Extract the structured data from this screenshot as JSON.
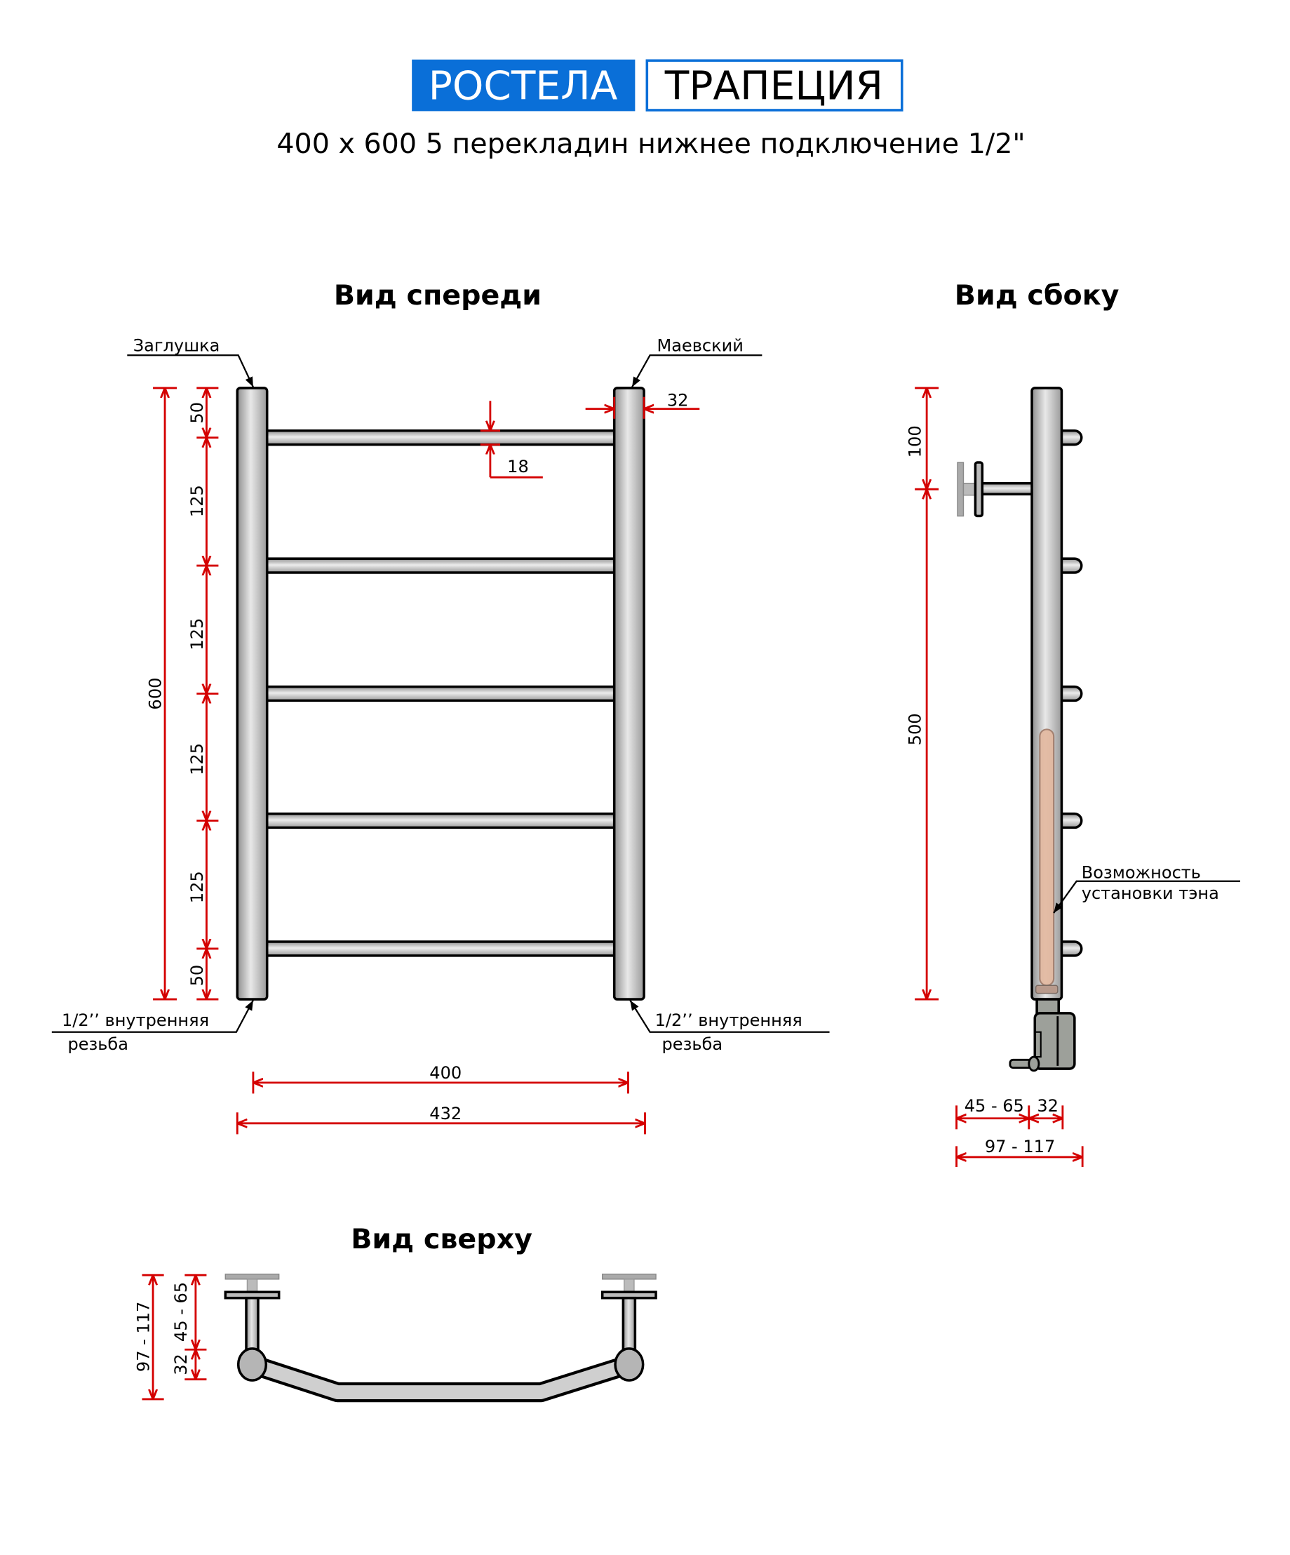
{
  "header": {
    "brand": "РОСТЕЛА",
    "model": "ТРАПЕЦИЯ",
    "subtitle": "400 x 600 5 перекладин нижнее подключение 1/2\""
  },
  "colors": {
    "brand_blue": "#0a6fd8",
    "dimension_red": "#d40000",
    "pipe_grey": "#b8b8b8",
    "heater": "#e3b89f"
  },
  "front_view": {
    "title": "Вид спереди",
    "callouts": {
      "plug": "Заглушка",
      "mayevsky": "Маевский",
      "thread_left_1": "1/2’’ внутренняя",
      "thread_left_2": "резьба",
      "thread_right_1": "1/2’’ внутренняя",
      "thread_right_2": "резьба"
    },
    "dims": {
      "height": "600",
      "top_gap": "50",
      "spacing_1": "125",
      "spacing_2": "125",
      "spacing_3": "125",
      "spacing_4": "125",
      "bottom_gap": "50",
      "pipe_diameter": "32",
      "rung_diameter": "18",
      "center_distance": "400",
      "overall_width": "432"
    },
    "rungs": 5
  },
  "side_view": {
    "title": "Вид сбоку",
    "heater_label_1": "Возможность",
    "heater_label_2": "установки тэна",
    "dims": {
      "top": "100",
      "main": "500",
      "wall": "45 - 65",
      "pipe": "32",
      "total": "97 - 117"
    }
  },
  "top_view": {
    "title": "Вид сверху",
    "dims": {
      "total": "97 - 117",
      "wall": "45 - 65",
      "pipe": "32"
    }
  }
}
